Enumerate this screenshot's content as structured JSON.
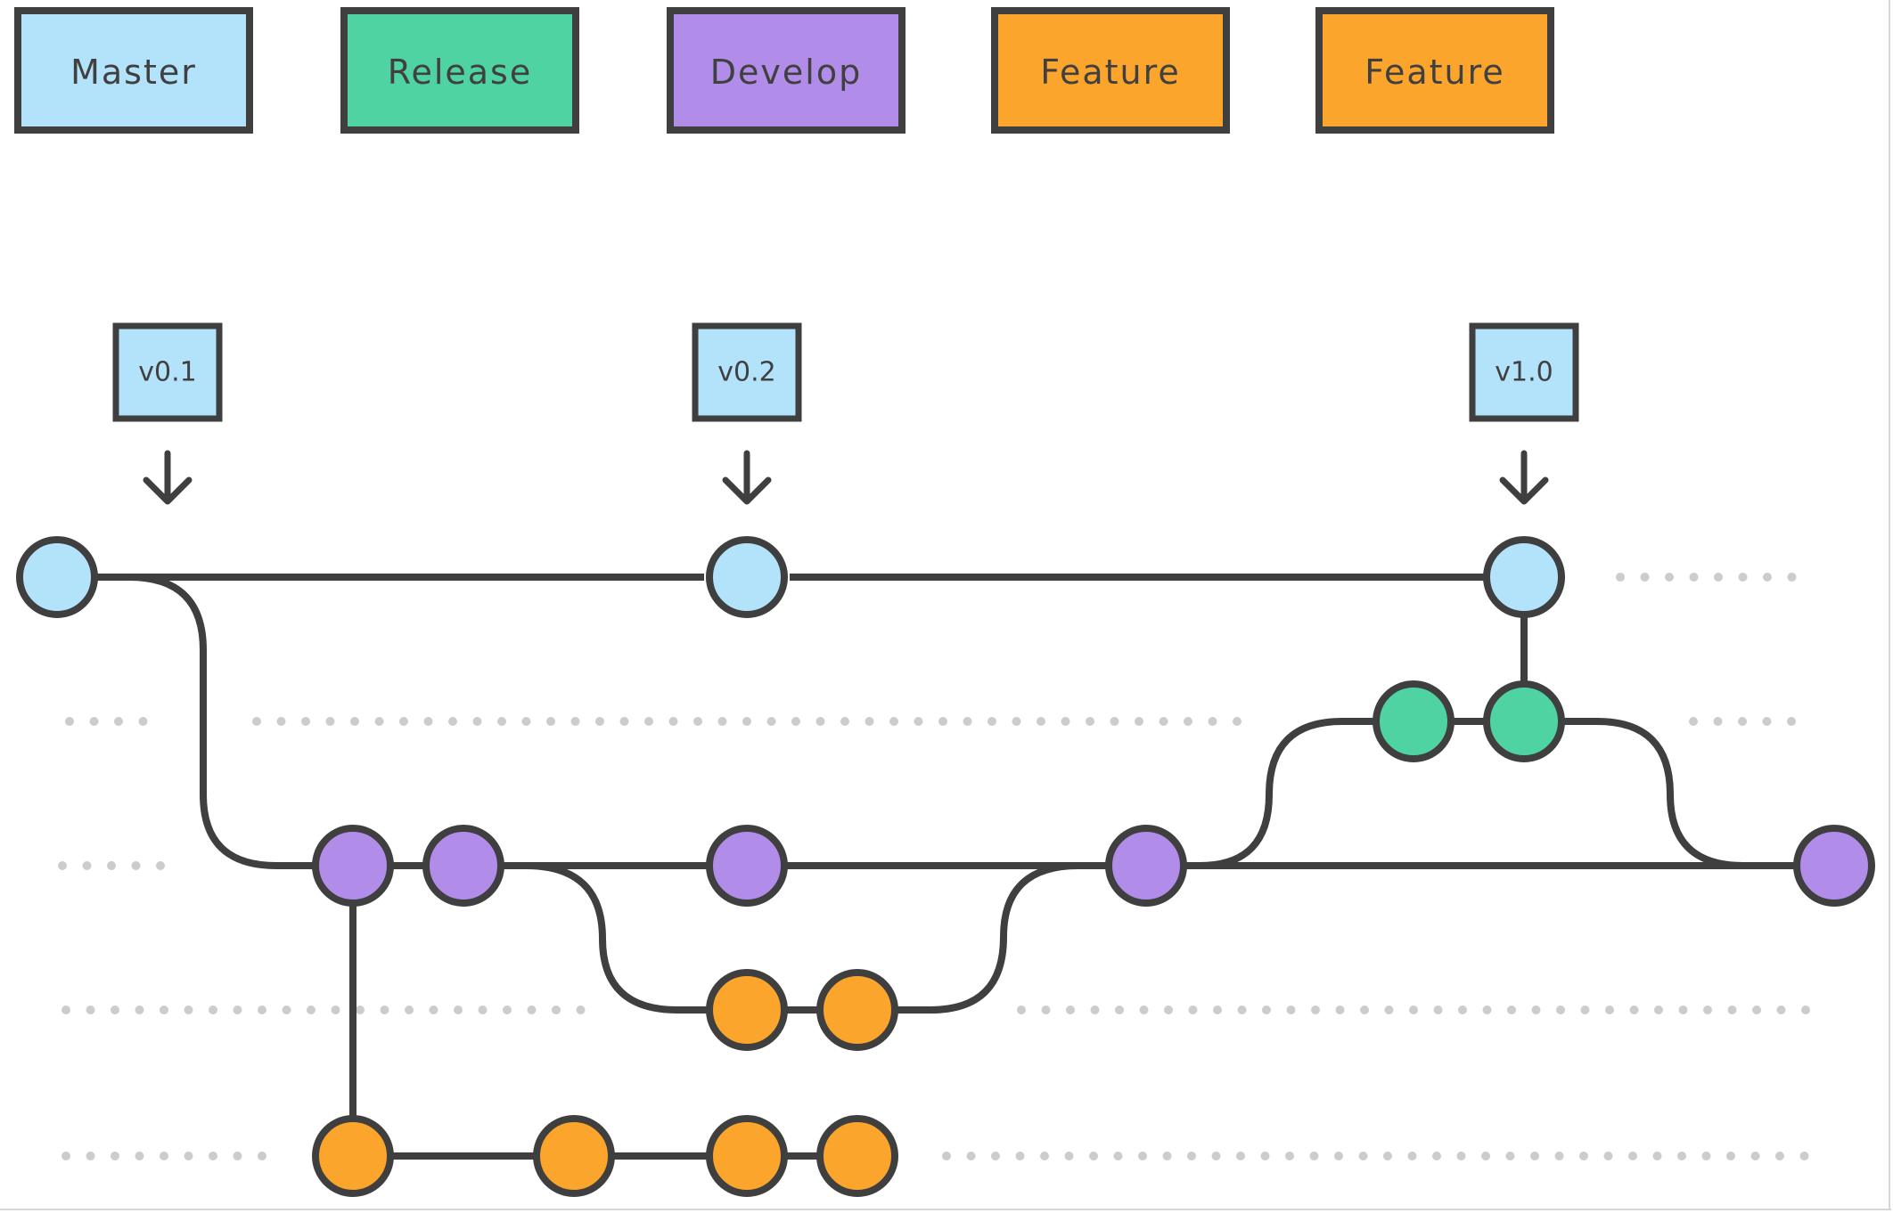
{
  "colors": {
    "master": "#b3e3fb",
    "release": "#4fd3a2",
    "develop": "#b18ce9",
    "feature": "#fba52d",
    "outline": "#3f3f3f",
    "dots": "#cccccc"
  },
  "legend": [
    {
      "label": "Master",
      "color": "master"
    },
    {
      "label": "Release",
      "color": "release"
    },
    {
      "label": "Develop",
      "color": "develop"
    },
    {
      "label": "Feature",
      "color": "feature"
    },
    {
      "label": "Feature",
      "color": "feature"
    }
  ],
  "tags": [
    {
      "label": "v0.1"
    },
    {
      "label": "v0.2"
    },
    {
      "label": "v1.0"
    }
  ],
  "lanes": [
    {
      "branch": "master",
      "color": "master",
      "commits": 3
    },
    {
      "branch": "release",
      "color": "release",
      "commits": 2
    },
    {
      "branch": "develop",
      "color": "develop",
      "commits": 5
    },
    {
      "branch": "feature",
      "color": "feature",
      "commits": 2
    },
    {
      "branch": "feature",
      "color": "feature",
      "commits": 4
    }
  ]
}
